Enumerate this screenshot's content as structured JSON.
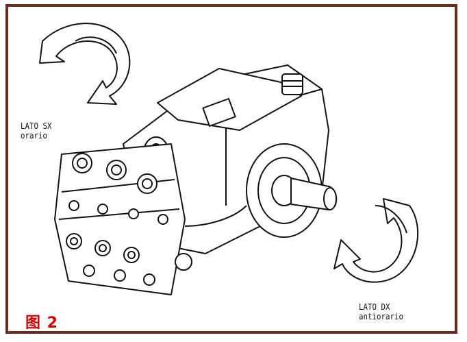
{
  "figure": {
    "caption": "图 2",
    "caption_color": "#d90000",
    "border_color": "#6b2b1e"
  },
  "left_side": {
    "label_line1": "LATO SX",
    "label_line2": "orario",
    "arrow_icon": "clockwise-rotation-arrow"
  },
  "right_side": {
    "label_line1": "LATO DX",
    "label_line2": "antiorario",
    "arrow_icon": "counterclockwise-rotation-arrow"
  },
  "drawing": {
    "subject": "pump-line-drawing"
  }
}
